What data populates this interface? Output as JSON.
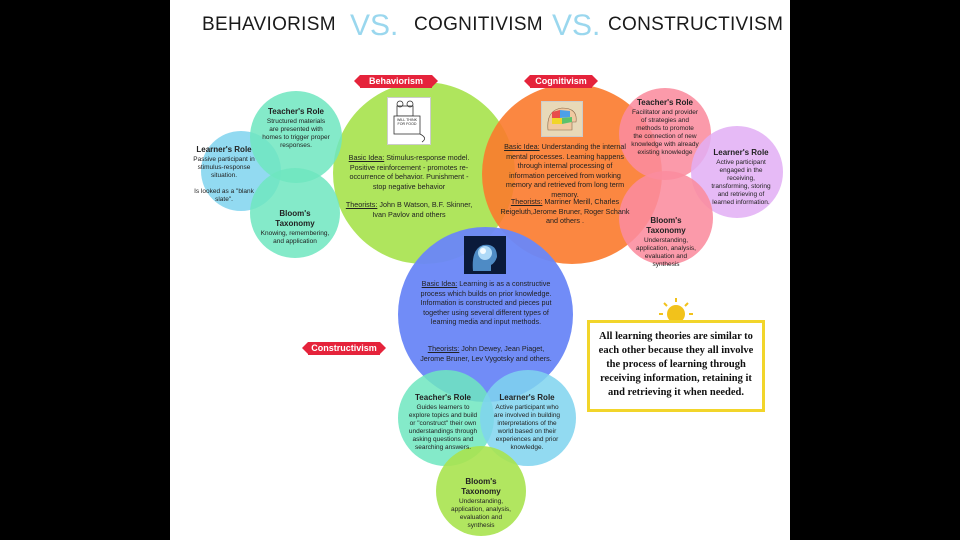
{
  "title": {
    "behaviorism": "BEHAVIORISM",
    "vs1": "VS.",
    "cognitivism": "COGNITIVISM",
    "vs2": "VS.",
    "constructivism": "CONSTRUCTIVISM"
  },
  "behaviorism": {
    "tag": "Behaviorism",
    "image_text": "WILL THINK FOR FOOD",
    "basic_idea_label": "Basic Idea:",
    "basic_idea": " Stimulus-response model. Positive reinforcement - promotes re-occurrence of behavior. Punishment - stop negative behavior",
    "theorists_label": "Theorists:",
    "theorists": " John B Watson, B.F. Skinner, Ivan Pavlov and others",
    "teacher": {
      "title": "Teacher's Role",
      "text": "Structured materials are presented with homes to trigger proper responses."
    },
    "learner": {
      "title": "Learner's Role",
      "text": "Passive participant in stimulus-response situation.",
      "text2": "Is looked as a \"blank slate\"."
    },
    "bloom": {
      "title": "Bloom's Taxonomy",
      "text": "Knowing, remembering, and application"
    }
  },
  "cognitivism": {
    "tag": "Cognitivism",
    "basic_idea_label": "Basic Idea:",
    "basic_idea": " Understanding the internal mental processes.  Learning happens through internal processing of information perceived from working memory and retrieved from long term memory.",
    "theorists_label": "Theorists:",
    "theorists": " Marriner Merill, Charles Reigeluth,Jerome Bruner, Roger Schank and others .",
    "teacher": {
      "title": "Teacher's Role",
      "text": "Facilitator and provider of strategies and methods to promote the connection of new knowledge with already existing knowledge"
    },
    "learner": {
      "title": "Learner's Role",
      "text": "Active participant engaged in the receiving, transforming, storing and retrieving of learned information."
    },
    "bloom": {
      "title": "Bloom's Taxonomy",
      "text": "Understanding, application, analysis, evaluation and synthesis"
    }
  },
  "constructivism": {
    "tag": "Constructivism",
    "basic_idea_label": "Basic Idea:",
    "basic_idea": " Learning is as a constructive process which builds on prior knowledge. Information is constructed and pieces put together using several different types of learning media and input methods.",
    "theorists_label": "Theorists:",
    "theorists": " John Dewey, Jean Piaget, Jerome Bruner, Lev Vygotsky and others.",
    "teacher": {
      "title": "Teacher's Role",
      "text": "Guides learners to explore topics and build or \"construct\" their own understandings through asking questions and searching answers."
    },
    "learner": {
      "title": "Learner's Role",
      "text": "Active participant who are involved in building interpretations of the world based on their experiences and prior knowledge."
    },
    "bloom": {
      "title": "Bloom's Taxonomy",
      "text": "Understanding, application, analysis, evaluation and synthesis"
    }
  },
  "note": "All learning theories are similar to each other because they all involve the process of learning through receiving information, retaining it and retrieving it when needed.",
  "colors": {
    "green": "#a8e34f",
    "orange": "#fb7a2c",
    "blue": "#6b87f7",
    "teal": "#6fe6bf",
    "sky": "#7fd4ef",
    "pink": "#fa8c9e",
    "lavender": "#e2aef5",
    "tag_red": "#e5233b",
    "note_border": "#f2d52a"
  }
}
